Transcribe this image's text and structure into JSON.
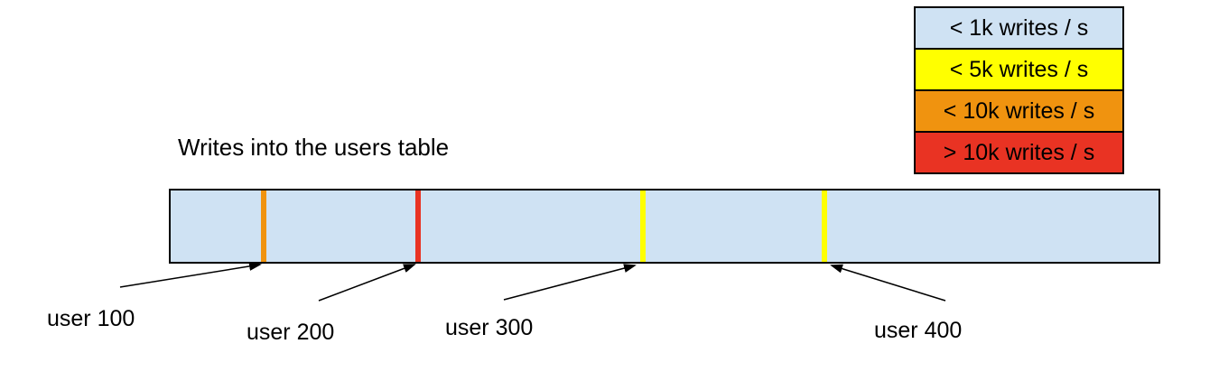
{
  "title": "Writes into the users table",
  "legend": {
    "items": [
      {
        "label": "< 1k writes / s",
        "color": "#cfe2f3"
      },
      {
        "label": "< 5k writes / s",
        "color": "#ffff00"
      },
      {
        "label": "< 10k writes / s",
        "color": "#f0930f"
      },
      {
        "label": "> 10k writes / s",
        "color": "#e93323"
      }
    ]
  },
  "table_bar": {
    "fill_color": "#cfe2f3",
    "border_color": "#000000",
    "markers": [
      {
        "label": "user 100",
        "color": "#f0930f"
      },
      {
        "label": "user 200",
        "color": "#e93323"
      },
      {
        "label": "user 300",
        "color": "#ffff00"
      },
      {
        "label": "user 400",
        "color": "#ffff00"
      }
    ]
  }
}
